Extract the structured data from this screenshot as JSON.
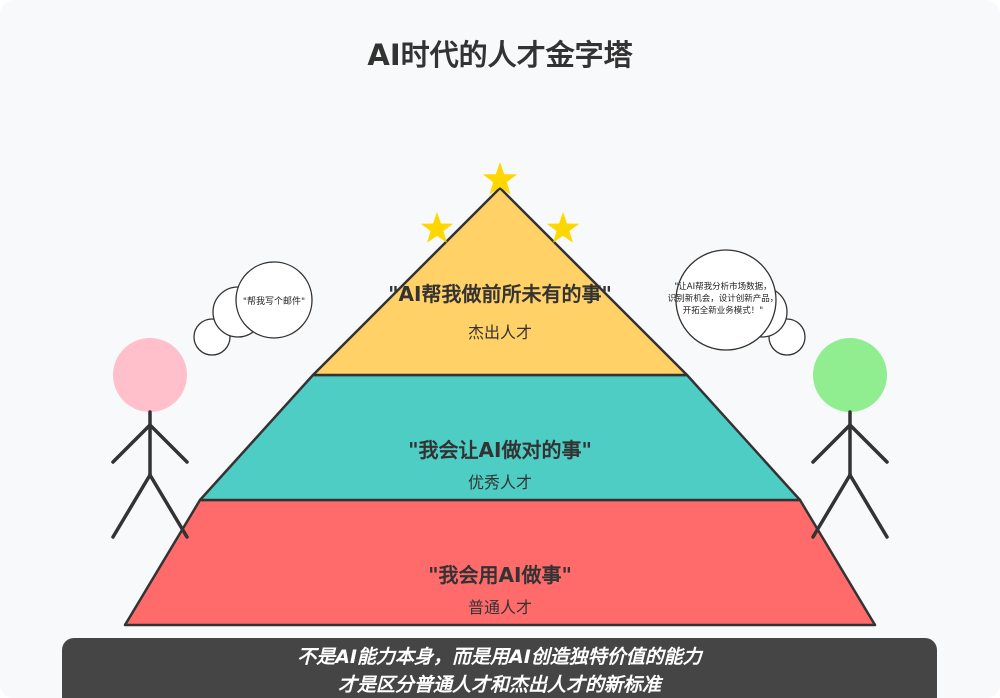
{
  "title": "AI时代的人才金字塔",
  "tiers": {
    "top": {
      "quote": "\"AI帮我做前所未有的事\"",
      "label": "杰出人才",
      "color": "#FFD166"
    },
    "middle": {
      "quote": "\"我会让AI做对的事\"",
      "label": "优秀人才",
      "color": "#4ECDC4"
    },
    "bottom": {
      "quote": "\"我会用AI做事\"",
      "label": "普通人才",
      "color": "#FF6B6B"
    }
  },
  "left_bubble": {
    "text": "\"帮我写个邮件\""
  },
  "right_bubble": {
    "line1": "\"让AI帮我分析市场数据，",
    "line2": "识别新机会，设计创新产品，",
    "line3": "开拓全新业务模式！\""
  },
  "people": {
    "left_head_color": "#FFC0CB",
    "right_head_color": "#90EE90"
  },
  "star_color": "#FFD700",
  "banner": {
    "line1": "不是AI能力本身，而是用AI创造独特价值的能力",
    "line2": "才是区分普通人才和杰出人才的新标准"
  }
}
